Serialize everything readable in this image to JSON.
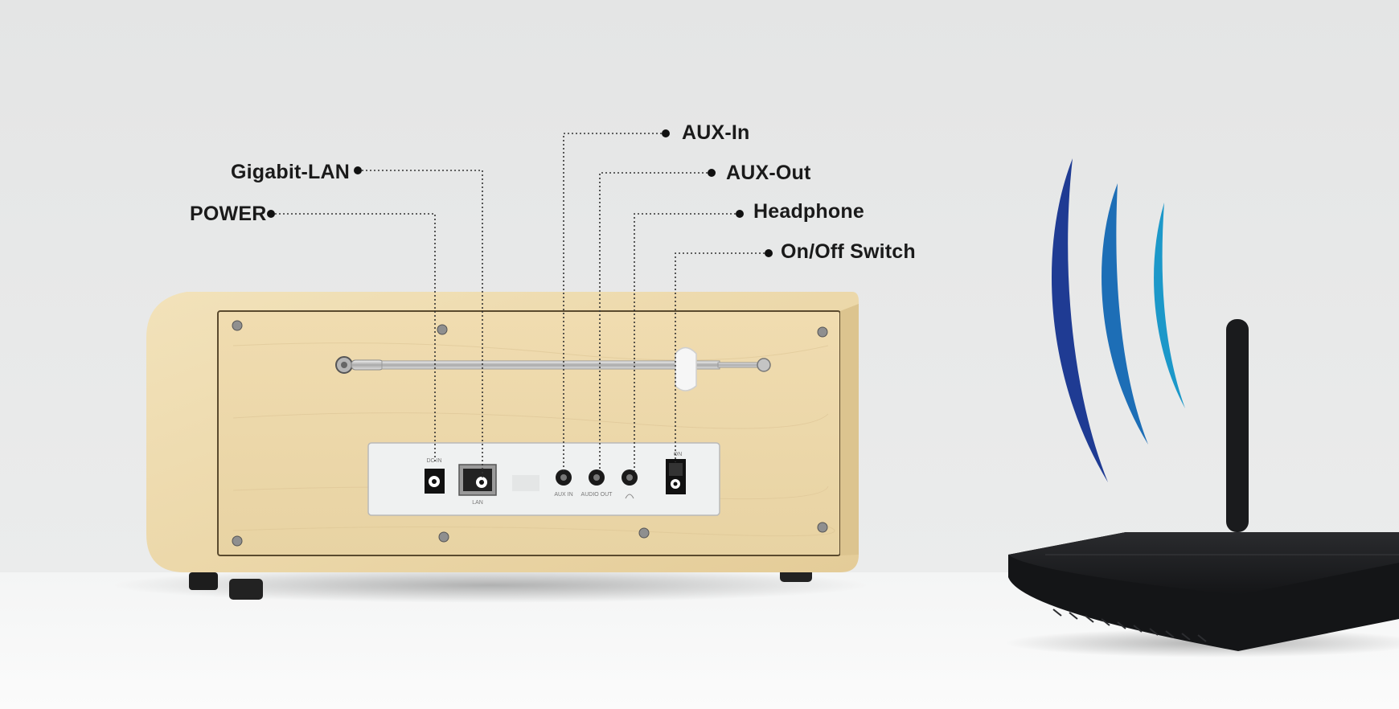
{
  "callouts": {
    "power": "POWER",
    "gigabit_lan": "Gigabit-LAN",
    "aux_in": "AUX-In",
    "aux_out": "AUX-Out",
    "headphone": "Headphone",
    "on_off_switch": "On/Off Switch"
  },
  "panel_labels": {
    "dc_in": "DC IN",
    "lan": "LAN",
    "aux_in": "AUX IN",
    "aux_out": "AUDIO OUT",
    "switch_on": "ON"
  },
  "colors": {
    "background_wall": "#e7e8e8",
    "table_surface": "#f1f2f2",
    "wood": "#ecd9ad",
    "panel": "#eef0f0",
    "router": "#1c1d1f",
    "wifi_outer": "#1f3b93",
    "wifi_mid": "#1d6eb6",
    "wifi_inner": "#1c98c9",
    "leader_line": "#333333"
  }
}
